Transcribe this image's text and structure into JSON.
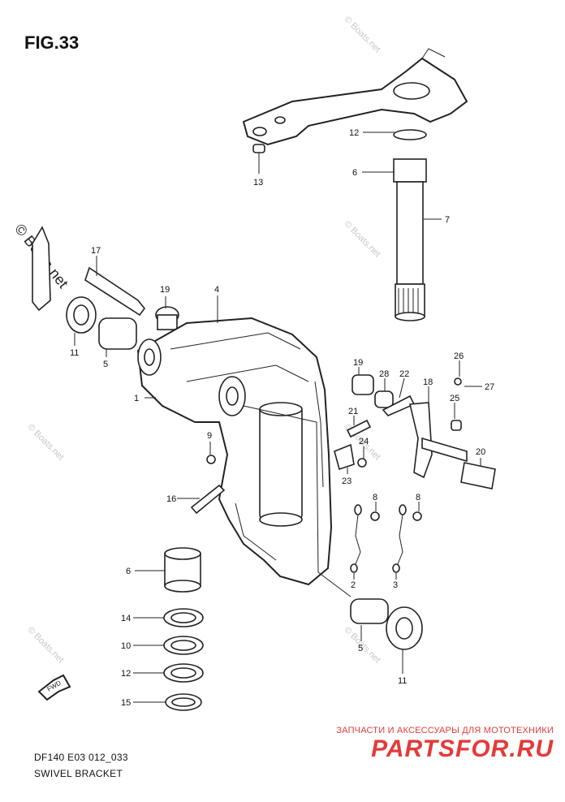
{
  "figure": {
    "title": "FIG.33",
    "code": "DF140 E03 012_033",
    "caption": "SWIVEL BRACKET"
  },
  "watermark": {
    "text": "© Boats.net"
  },
  "brand": {
    "subtitle": "ЗАПЧАСТИ И АКСЕССУАРЫ ДЛЯ МОТОТЕХНИКИ",
    "name": "PARTSFOR.RU"
  },
  "fwd_label": "FWD",
  "callouts": [
    {
      "label": "12"
    },
    {
      "label": "6"
    },
    {
      "label": "7"
    },
    {
      "label": "13"
    },
    {
      "label": "17"
    },
    {
      "label": "19"
    },
    {
      "label": "4"
    },
    {
      "label": "11"
    },
    {
      "label": "5"
    },
    {
      "label": "1"
    },
    {
      "label": "19"
    },
    {
      "label": "28"
    },
    {
      "label": "22"
    },
    {
      "label": "26"
    },
    {
      "label": "27"
    },
    {
      "label": "18"
    },
    {
      "label": "25"
    },
    {
      "label": "21"
    },
    {
      "label": "24"
    },
    {
      "label": "20"
    },
    {
      "label": "23"
    },
    {
      "label": "9"
    },
    {
      "label": "16"
    },
    {
      "label": "8"
    },
    {
      "label": "8"
    },
    {
      "label": "2"
    },
    {
      "label": "3"
    },
    {
      "label": "6"
    },
    {
      "label": "14"
    },
    {
      "label": "10"
    },
    {
      "label": "12"
    },
    {
      "label": "15"
    },
    {
      "label": "5"
    },
    {
      "label": "11"
    }
  ]
}
